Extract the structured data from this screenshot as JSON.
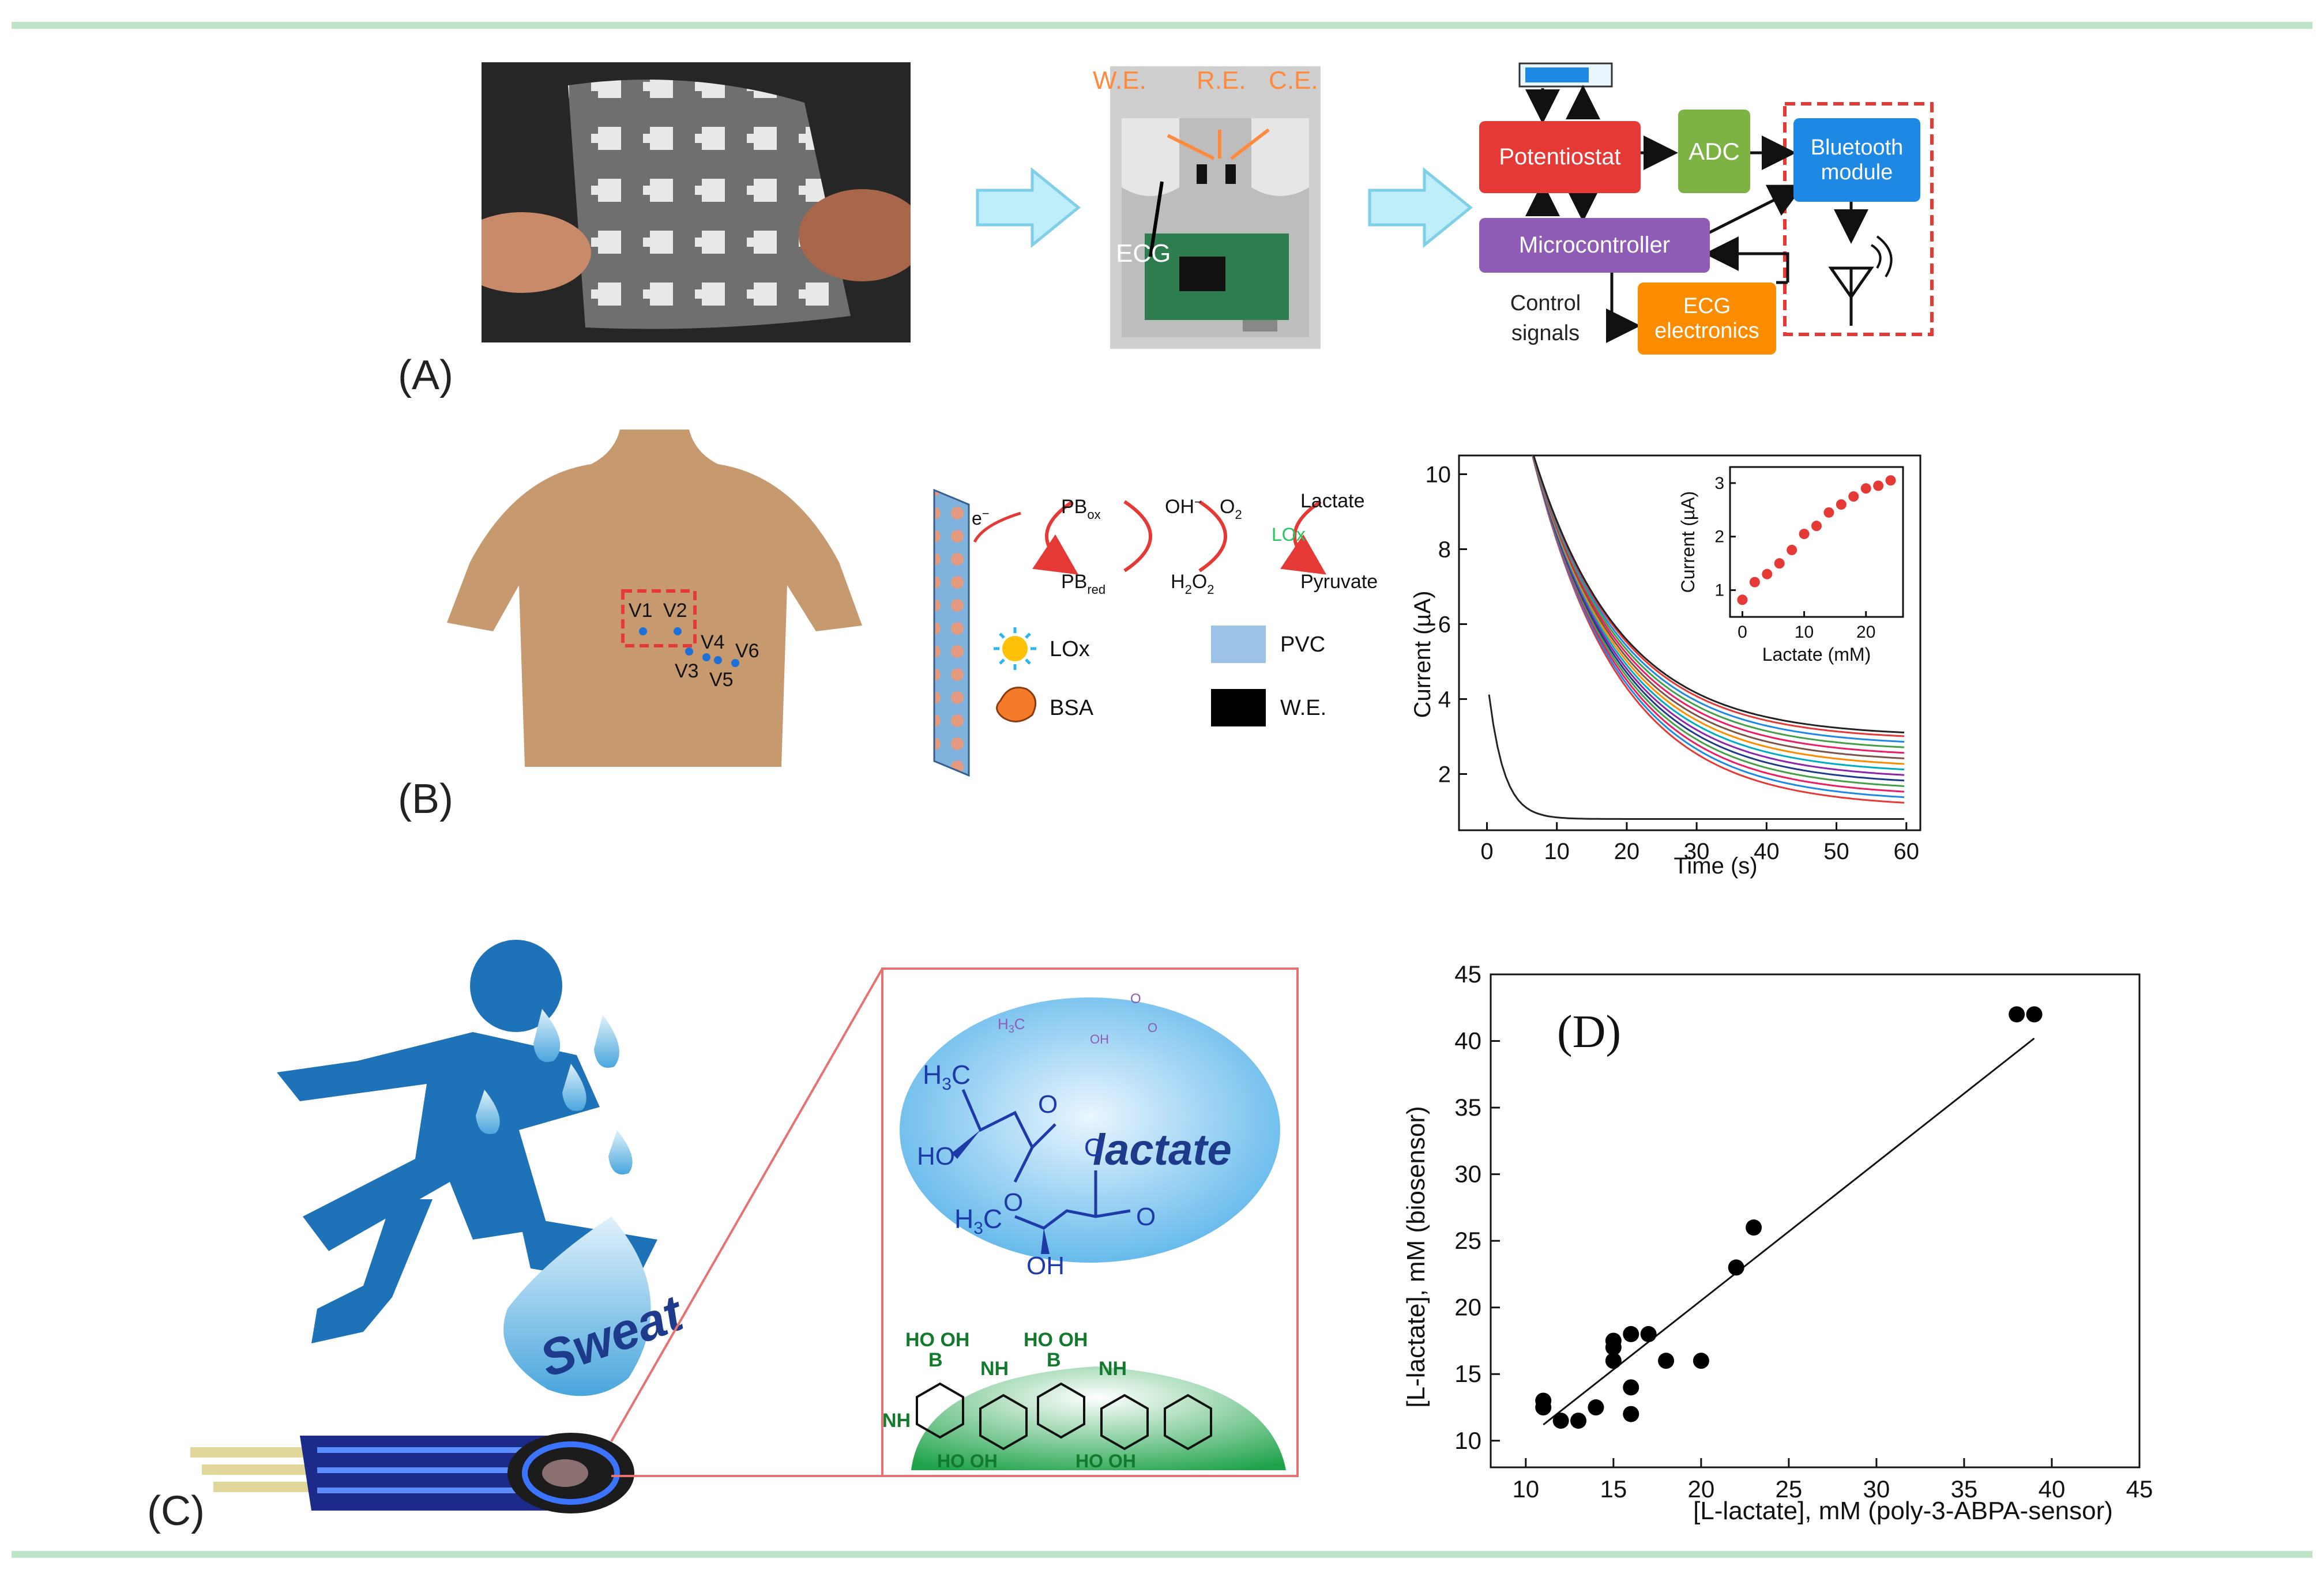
{
  "panel_labels": {
    "a": "(A)",
    "b": "(B)",
    "c": "(C)",
    "d": "(D)"
  },
  "panel_a": {
    "electrodes": {
      "we": "W.E.",
      "re": "R.E.",
      "ce": "C.E.",
      "ecg": "ECG"
    },
    "blocks": {
      "potentiostat": "Potentiostat",
      "adc": "ADC",
      "bluetooth_line1": "Bluetooth",
      "bluetooth_line2": "module",
      "microcontroller": "Microcontroller",
      "ecg_line1": "ECG",
      "ecg_line2": "electronics",
      "control_line1": "Control",
      "control_line2": "signals"
    },
    "colors": {
      "potentiostat": "#e53935",
      "adc": "#7cb342",
      "bluetooth": "#1e88e5",
      "microcontroller": "#8e5bb5",
      "ecg": "#fb8c00",
      "dashed": "#e53935"
    }
  },
  "panel_b": {
    "leads": [
      "V1",
      "V2",
      "V3",
      "V4",
      "V5",
      "V6"
    ],
    "scheme": {
      "pb_ox": "PB",
      "pb_ox_sub": "ox",
      "pb_red": "PB",
      "pb_red_sub": "red",
      "oh": "OH",
      "oh_sup": "−",
      "o2": "O",
      "o2_sub": "2",
      "h2o2": "H",
      "h2o2_sub": "2",
      "h2o2_o": "O",
      "h2o2_sub2": "2",
      "lox_enzyme": "LOx",
      "lactate": "Lactate",
      "pyruvate": "Pyruvate",
      "electron": "e",
      "electron_sup": "−"
    },
    "legend": {
      "lox": "LOx",
      "bsa": "BSA",
      "pvc": "PVC",
      "we": "W.E."
    }
  },
  "panel_c": {
    "sweat": "Sweat",
    "lactate": "lactate",
    "chem": {
      "h3c": "H",
      "h3c_sub": "3",
      "c": "C",
      "ho": "HO",
      "o": "O",
      "o_minus": "O",
      "oh": "OH",
      "nh": "NH",
      "b": "B",
      "boh": "HO  OH"
    }
  },
  "chart_data": [
    {
      "type": "line",
      "title": "",
      "xlabel": "Time (s)",
      "ylabel": "Current (µA)",
      "xlim": [
        -4,
        62
      ],
      "ylim": [
        0.5,
        10.5
      ],
      "xticks": [
        0,
        10,
        20,
        30,
        40,
        50,
        60
      ],
      "yticks": [
        2,
        4,
        6,
        8,
        10
      ],
      "x_tick_labels": [
        "0",
        "10",
        "20",
        "30",
        "40",
        "50",
        "60"
      ],
      "y_tick_labels": [
        "2",
        "4",
        "6",
        "8",
        "10"
      ],
      "grid": false,
      "series": [
        {
          "color": "#222222",
          "start": 4.6,
          "end": 0.8
        },
        {
          "color": "#e53935",
          "start": 11,
          "end": 1.1
        },
        {
          "color": "#1e88e5",
          "start": 11,
          "end": 1.25
        },
        {
          "color": "#e91e63",
          "start": 11,
          "end": 1.4
        },
        {
          "color": "#43a047",
          "start": 11,
          "end": 1.55
        },
        {
          "color": "#1e3a8a",
          "start": 11,
          "end": 1.7
        },
        {
          "color": "#8e24aa",
          "start": 11,
          "end": 1.85
        },
        {
          "color": "#00acc1",
          "start": 11,
          "end": 2.0
        },
        {
          "color": "#fb8c00",
          "start": 11,
          "end": 2.15
        },
        {
          "color": "#795548",
          "start": 11,
          "end": 2.3
        },
        {
          "color": "#e91e63",
          "start": 11,
          "end": 2.45
        },
        {
          "color": "#43a047",
          "start": 11,
          "end": 2.6
        },
        {
          "color": "#1e88e5",
          "start": 11,
          "end": 2.75
        },
        {
          "color": "#e53935",
          "start": 11,
          "end": 2.9
        },
        {
          "color": "#222222",
          "start": 11,
          "end": 3.0
        }
      ]
    },
    {
      "type": "scatter",
      "title": "",
      "xlabel": "Lactate (mM)",
      "ylabel": "Current (µA)",
      "xlim": [
        -2,
        26
      ],
      "ylim": [
        0.5,
        3.3
      ],
      "xticks": [
        0,
        10,
        20
      ],
      "yticks": [
        1,
        2,
        3
      ],
      "x_tick_labels": [
        "0",
        "10",
        "20"
      ],
      "y_tick_labels": [
        "1",
        "2",
        "3"
      ],
      "grid": false,
      "x": [
        0,
        2,
        4,
        6,
        8,
        10,
        12,
        14,
        16,
        18,
        20,
        22,
        24
      ],
      "y": [
        0.82,
        1.15,
        1.3,
        1.5,
        1.75,
        2.05,
        2.2,
        2.45,
        2.6,
        2.75,
        2.9,
        2.95,
        3.05
      ],
      "color": "#e53935"
    },
    {
      "type": "scatter",
      "title": "",
      "xlabel": "[L-lactate], mM (poly-3-ABPA-sensor)",
      "ylabel": "[L-lactate], mM (biosensor)",
      "xlim": [
        8,
        45
      ],
      "ylim": [
        8,
        45
      ],
      "xticks": [
        10,
        15,
        20,
        25,
        30,
        35,
        40,
        45
      ],
      "yticks": [
        10,
        15,
        20,
        25,
        30,
        35,
        40,
        45
      ],
      "x_tick_labels": [
        "10",
        "15",
        "20",
        "25",
        "30",
        "35",
        "40",
        "45"
      ],
      "y_tick_labels": [
        "10",
        "15",
        "20",
        "25",
        "30",
        "35",
        "40",
        "45"
      ],
      "grid": false,
      "x": [
        11,
        11,
        12,
        13,
        14,
        15,
        15,
        15,
        16,
        16,
        16,
        17,
        18,
        20,
        22,
        23,
        38,
        39
      ],
      "y": [
        12.5,
        13,
        11.5,
        11.5,
        12.5,
        16,
        17,
        17.5,
        12,
        14,
        18,
        18,
        16,
        16,
        23,
        26,
        42,
        42
      ],
      "fit": [
        [
          11,
          11.2
        ],
        [
          39,
          40.2
        ]
      ],
      "color": "#000000"
    }
  ]
}
